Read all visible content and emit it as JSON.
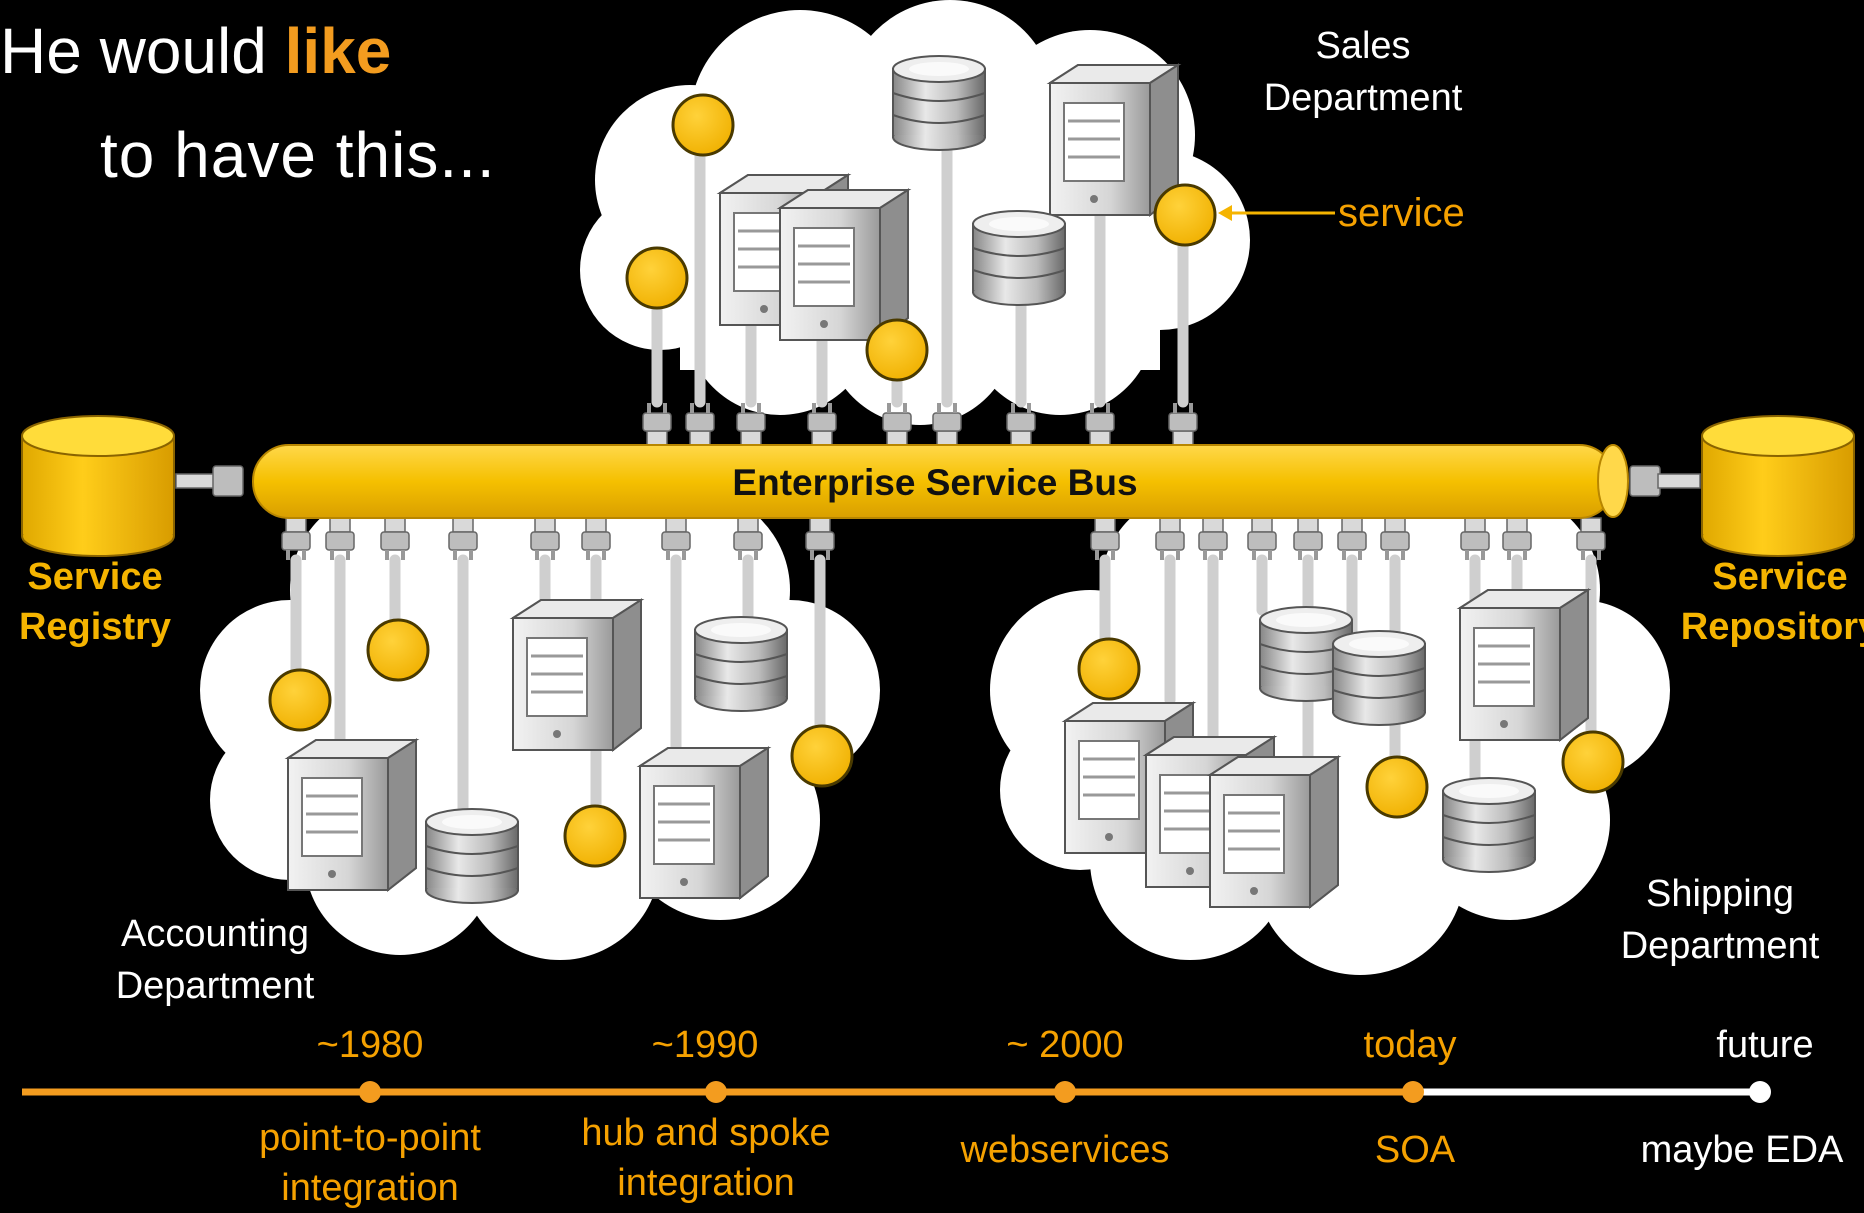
{
  "title": {
    "prefix": "He would ",
    "highlight": "like",
    "line2": "to have this..."
  },
  "bus_label": "Enterprise Service Bus",
  "sales": {
    "line1": "Sales",
    "line2": "Department"
  },
  "service_label": "service",
  "registry": {
    "line1": "Service",
    "line2": "Registry"
  },
  "repository": {
    "line1": "Service",
    "line2": "Repository"
  },
  "accounting": {
    "line1": "Accounting",
    "line2": "Department"
  },
  "shipping": {
    "line1": "Shipping",
    "line2": "Department"
  },
  "timeline": [
    {
      "year": "~1980",
      "line1": "point-to-point",
      "line2": "integration"
    },
    {
      "year": "~1990",
      "line1": "hub and spoke",
      "line2": "integration"
    },
    {
      "year": "~ 2000",
      "line1": "webservices",
      "line2": ""
    },
    {
      "year": "today",
      "line1": "SOA",
      "line2": ""
    },
    {
      "year": "future",
      "line1": "maybe EDA",
      "line2": ""
    }
  ],
  "colors": {
    "accent": "#f5b400",
    "orange": "#f39c1f",
    "background": "#000000"
  }
}
